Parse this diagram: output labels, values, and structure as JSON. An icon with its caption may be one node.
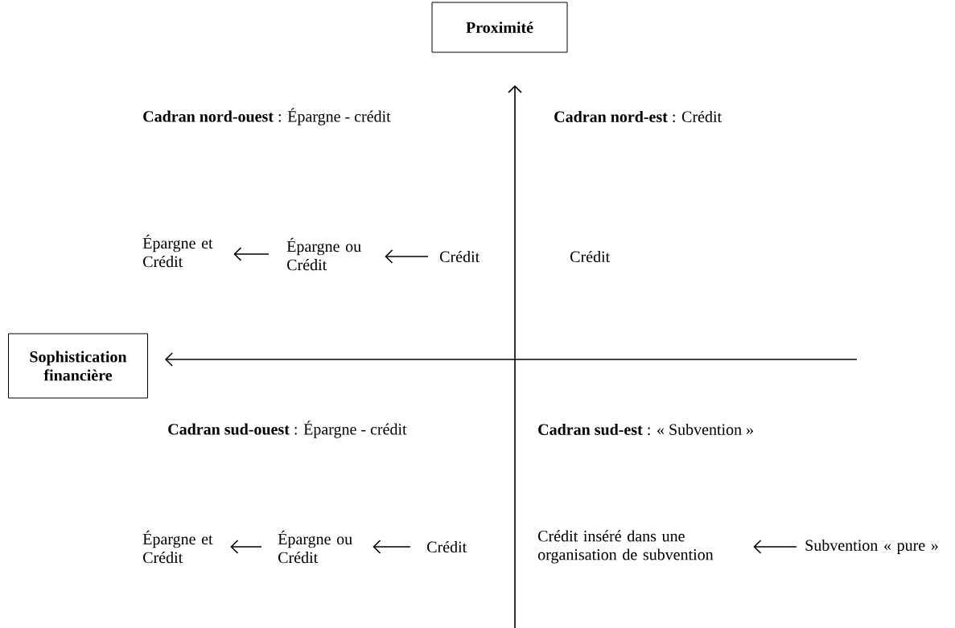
{
  "diagram": {
    "nodes": [
      {
        "text": [
          "Proximité"
        ]
      },
      {
        "text": [
          "Épargne et Crédit"
        ]
      },
      {
        "text": [
          "Épargne ou Crédit"
        ]
      },
      {
        "text": [
          "Crédit"
        ]
      },
      {
        "text": [
          "Crédit"
        ]
      },
      {
        "text": [
          "Sophistication financière"
        ]
      },
      {
        "text": [
          "Épargne et Crédit"
        ]
      },
      {
        "text": [
          "Épargne ou Crédit"
        ]
      },
      {
        "text": [
          "Crédit"
        ]
      },
      {
        "text": [
          "Crédit inséré dans une organisation de subvention"
        ]
      },
      {
        "text": [
          "Subvention « pure »"
        ]
      }
    ],
    "edges": [
      {
        "from": 3,
        "to": 2,
        "arrow": "to"
      },
      {
        "from": 2,
        "to": 1,
        "arrow": "to"
      },
      {
        "from": 8,
        "to": 7,
        "arrow": "to"
      },
      {
        "from": 7,
        "to": 6,
        "arrow": "to"
      },
      {
        "from": 10,
        "to": 9,
        "arrow": "to"
      }
    ],
    "labels": [
      "**Cadran nord-ouest** : Épargne - crédit",
      "**Cadran nord-est** : Crédit",
      "**Cadran sud-ouest** : Épargne - crédit",
      "**Cadran sud-est** : « Subvention »"
    ]
  }
}
